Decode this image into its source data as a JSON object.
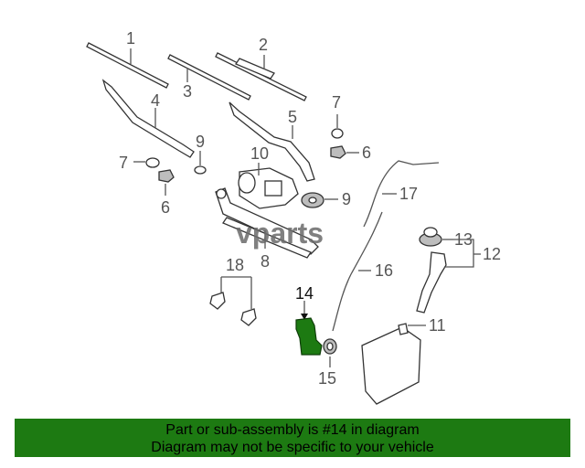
{
  "diagram": {
    "callouts": [
      "1",
      "2",
      "3",
      "4",
      "5",
      "6",
      "6",
      "7",
      "7",
      "8",
      "9",
      "9",
      "10",
      "11",
      "12",
      "13",
      "14",
      "15",
      "16",
      "17",
      "18"
    ],
    "highlight_color": "#1d7a12",
    "watermark": "vparts"
  },
  "banner": {
    "line1": "Part or sub-assembly is #14 in diagram",
    "line2": "Diagram may not be specific to your vehicle",
    "background": "#1d7a12"
  }
}
